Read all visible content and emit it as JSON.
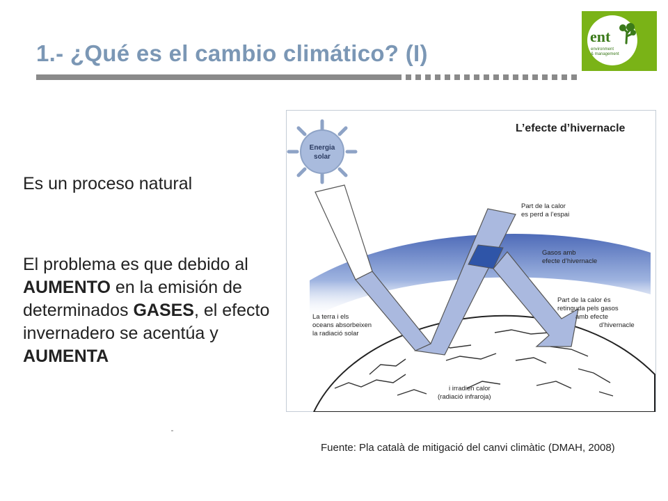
{
  "slide": {
    "title": "1.- ¿Qué es el cambio climático?  (I)",
    "lead": "Es un proceso natural",
    "paragraph": {
      "t1": "El problema es que debido al ",
      "b1": "AUMENTO",
      "t2": " en la emisión de determinados ",
      "b2": "GASES",
      "t3": ", el efecto invernadero se acentúa y ",
      "b3": "AUMENTA"
    },
    "source": "Fuente: Pla català de mitigació del canvi climàtic (DMAH, 2008)"
  },
  "logo": {
    "brand": "ent",
    "line1": "environment",
    "line2": "& management",
    "color": "#7ab317",
    "icon": "tree-icon"
  },
  "diagram": {
    "title": "L’efecte d’hivernacle",
    "sun_l1": "Energia",
    "sun_l2": "solar",
    "space_l1": "Part de la calor",
    "space_l2": "es perd a l’espai",
    "gas_l1": "Gasos amb",
    "gas_l2": "efecte d’hivernacle",
    "earth_l1": "La terra i els",
    "earth_l2": "oceans absorbeixen",
    "earth_l3": "la radiació solar",
    "ret_l1": "Part de la calor és",
    "ret_l2": "retinguda pels gasos",
    "ret_l3": "amb efecte",
    "ret_l4": "d’hivernacle",
    "irr_l1": "i irradien calor",
    "irr_l2": "(radiació infraroja)"
  }
}
